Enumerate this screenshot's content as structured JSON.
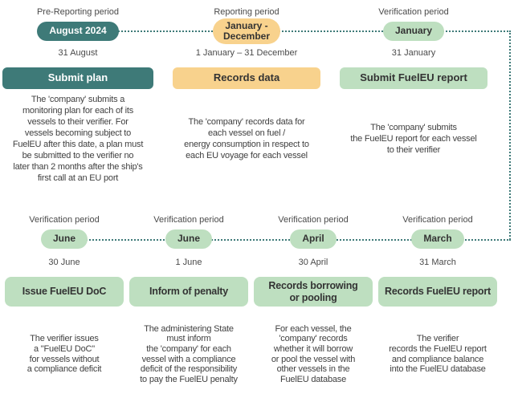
{
  "theme": {
    "teal": "#3E7A78",
    "yellow": "#F8D28D",
    "green": "#BEDFC0",
    "text_dark": "#3F3F3F",
    "text_muted": "#4A4A4A"
  },
  "top_row": {
    "columns": [
      {
        "period_label": "Pre-Reporting period",
        "pill": "August 2024",
        "accent": "teal",
        "date": "31 August",
        "action": "Submit plan",
        "description": "The 'company' submits a\nmonitoring plan for each of its\nvessels to their verifier. For\nvessels becoming subject to\nFuelEU after this date, a plan must\nbe submitted to the verifier no\nlater than 2 months after the ship's\nfirst call at an EU port"
      },
      {
        "period_label": "Reporting period",
        "pill": "January -\nDecember",
        "accent": "yellow",
        "date": "1 January – 31 December",
        "action": "Records data",
        "description": "The 'company' records data for\neach vessel on fuel /\nenergy consumption in respect to\neach EU voyage for each vessel"
      },
      {
        "period_label": "Verification period",
        "pill": "January",
        "accent": "green",
        "date": "31 January",
        "action": "Submit FuelEU report",
        "description": "The 'company' submits\nthe FuelEU report for each vessel\nto their verifier"
      }
    ]
  },
  "bottom_row": {
    "columns": [
      {
        "period_label": "Verification period",
        "pill": "June",
        "accent": "green",
        "date": "30 June",
        "action": "Issue FuelEU DoC",
        "description": "The verifier issues\na \"FuelEU DoC\"\nfor vessels without\na compliance deficit"
      },
      {
        "period_label": "Verification period",
        "pill": "June",
        "accent": "green",
        "date": "1 June",
        "action": "Inform of penalty",
        "description": "The administering State\nmust inform\nthe 'company' for each\nvessel with a compliance\ndeficit of the responsibility\nto pay the FuelEU penalty"
      },
      {
        "period_label": "Verification period",
        "pill": "April",
        "accent": "green",
        "date": "30 April",
        "action": "Records borrowing\nor pooling",
        "description": "For each vessel, the\n'company' records\nwhether it will borrow\nor pool the vessel with\nother vessels in the\nFuelEU database"
      },
      {
        "period_label": "Verification period",
        "pill": "March",
        "accent": "green",
        "date": "31 March",
        "action": "Records FuelEU report",
        "description": "The verifier\nrecords the FuelEU report\nand compliance balance\ninto the FuelEU database"
      }
    ]
  }
}
